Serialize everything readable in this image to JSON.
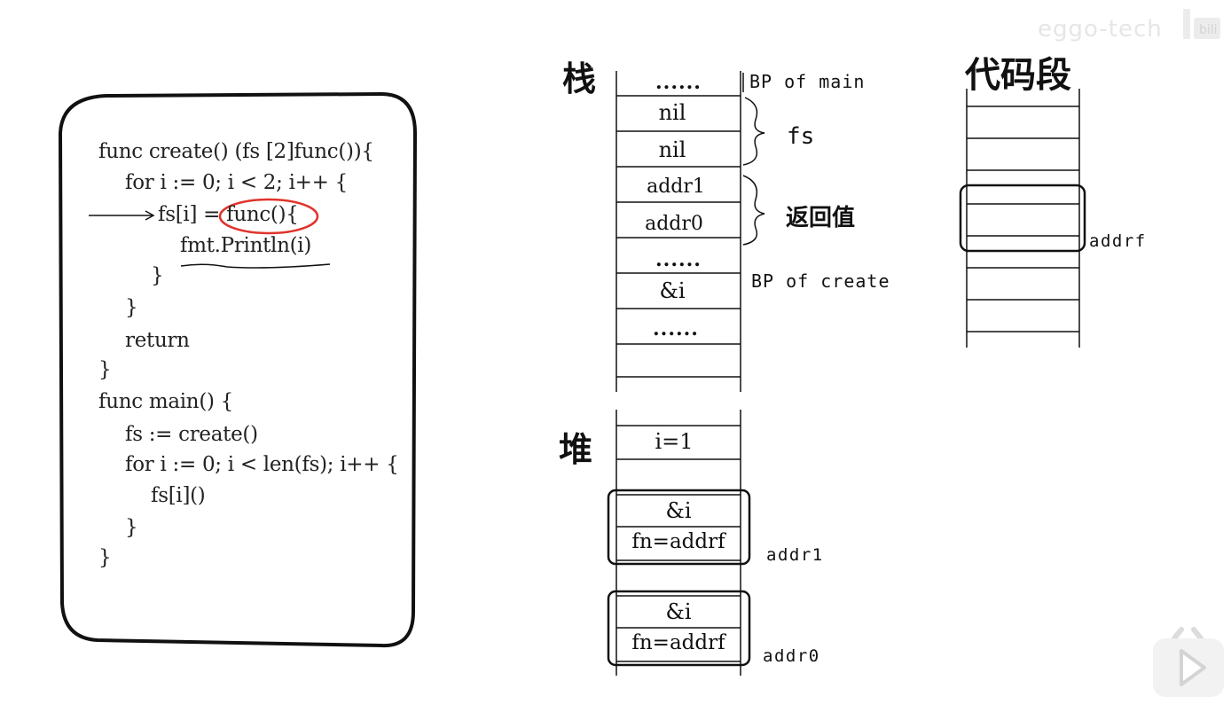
{
  "watermark": "eggo-tech",
  "code": {
    "lines": [
      "func create() (fs [2]func()){",
      "for i := 0; i < 2; i++ {",
      "fs[i] = func(){",
      "fmt.Println(i)",
      "}",
      "}",
      "return",
      "}",
      "func main() {",
      "fs := create()",
      "for i := 0; i < len(fs); i++ {",
      "fs[i]()",
      "}",
      "}"
    ]
  },
  "stack": {
    "title": "栈",
    "cells": [
      "......",
      "nil",
      "nil",
      "addr1",
      "addr0",
      "......",
      "&i",
      "......"
    ],
    "labels": {
      "bp_main": "BP of main",
      "fs": "fs",
      "return_value": "返回值",
      "bp_create": "BP of create"
    }
  },
  "heap": {
    "title": "堆",
    "cells": [
      "i=1",
      "&i",
      "fn=addrf",
      "&i",
      "fn=addrf"
    ],
    "labels": {
      "addr1": "addr1",
      "addr0": "addr0"
    }
  },
  "code_segment": {
    "title": "代码段",
    "label": "addrf"
  },
  "colors": {
    "ink": "#111111",
    "highlight": "#e0342c",
    "panel_border": "#111111"
  },
  "icons": [
    "tv-logo-icon",
    "play-icon"
  ]
}
